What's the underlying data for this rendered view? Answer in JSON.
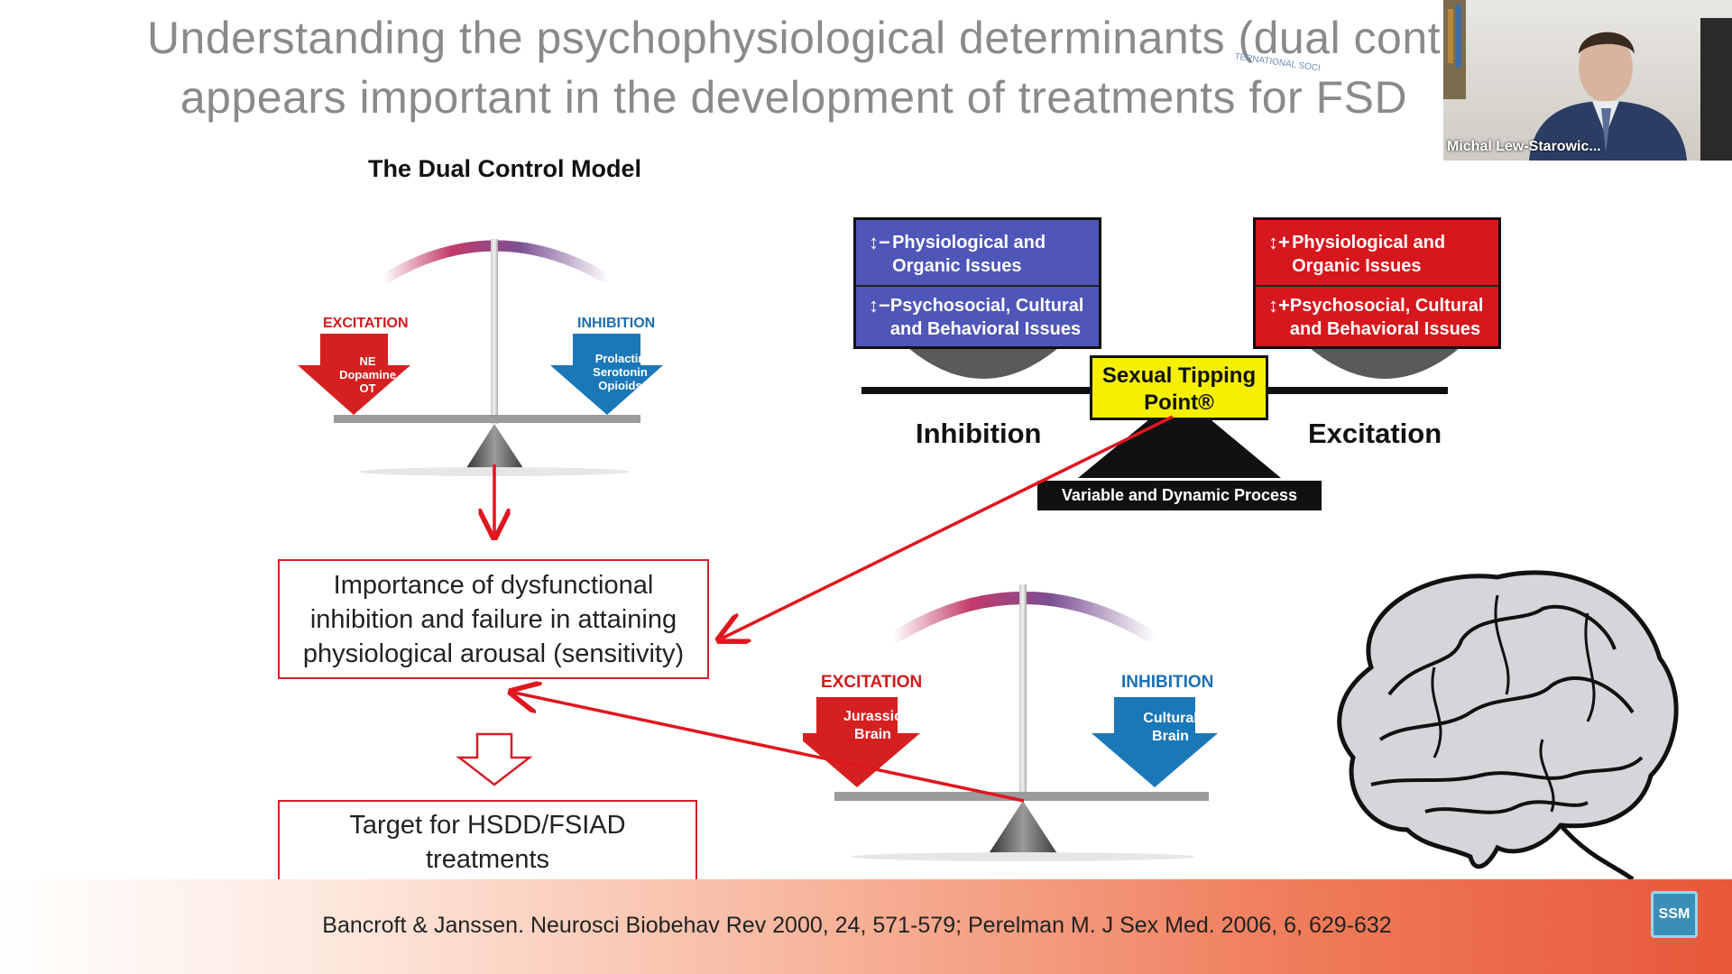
{
  "slide": {
    "title_line1": "Understanding the psychophysiological determinants (dual cont",
    "title_line2": "appears important in the development of treatments for FSD",
    "model_title": "The Dual Control Model",
    "watermark": "TERNATIONAL SOCI"
  },
  "scale_top": {
    "excitation_label": "EXCITATION",
    "inhibition_label": "INHIBITION",
    "excitation_items": [
      "NE",
      "Dopamine",
      "OT"
    ],
    "inhibition_items": [
      "Prolactin",
      "Serotonin",
      "Opioids"
    ]
  },
  "scale_bottom": {
    "excitation_label": "EXCITATION",
    "inhibition_label": "INHIBITION",
    "excitation_items": [
      "Jurassic",
      "Brain"
    ],
    "inhibition_items": [
      "Cultural",
      "Brain"
    ]
  },
  "tipping_point": {
    "left_box": {
      "row1_symbol": "↕−",
      "row1_text": "Physiological and Organic Issues",
      "row2_symbol": "↕−",
      "row2_text": "Psychosocial, Cultural and Behavioral Issues"
    },
    "right_box": {
      "row1_symbol": "↕+",
      "row1_text": "Physiological and Organic Issues",
      "row2_symbol": "↕+",
      "row2_text": "Psychosocial, Cultural and Behavioral Issues"
    },
    "center_label": "Sexual Tipping Point®",
    "inhibition_label": "Inhibition",
    "excitation_label": "Excitation",
    "process_label": "Variable and Dynamic Process"
  },
  "boxes": {
    "importance": "Importance of dysfunctional inhibition and failure in attaining physiological arousal (sensitivity)",
    "target": "Target for HSDD/FSIAD treatments"
  },
  "footer": {
    "citation": "Bancroft & Janssen. Neurosci Biobehav Rev 2000, 24, 571-579; Perelman M. J Sex Med. 2006, 6, 629-632",
    "logo_text": "SSM"
  },
  "webcam": {
    "participant_name": "Michal Lew-Starowic..."
  },
  "colors": {
    "excitation_red": "#d42020",
    "inhibition_blue": "#1a78b8",
    "box_border_red": "#d41f27",
    "tipping_yellow": "#f5f000",
    "left_box_blue": "#4f56b7",
    "right_box_red": "#d6171d"
  }
}
